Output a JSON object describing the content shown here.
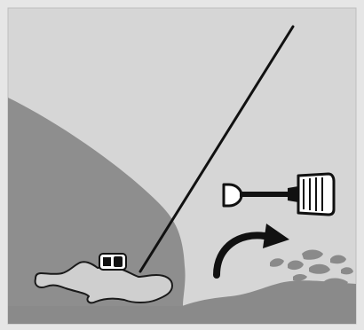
{
  "illustration": {
    "subject": "avalanche-rescue",
    "palette": {
      "frame": "#dcdcdc",
      "sky": "#d5d5d5",
      "snow_slope": "#8f8f8f",
      "snow_debris": "#8c8c8c",
      "victim_fill": "#d0d0d0",
      "outline": "#1a1a1a",
      "shovel_blade": "#ffffff"
    },
    "icons": [
      "avalanche-slope",
      "probe-pole",
      "buried-person",
      "transceiver-icon",
      "shovel-icon",
      "curved-arrow-icon",
      "snow-chunks"
    ]
  }
}
